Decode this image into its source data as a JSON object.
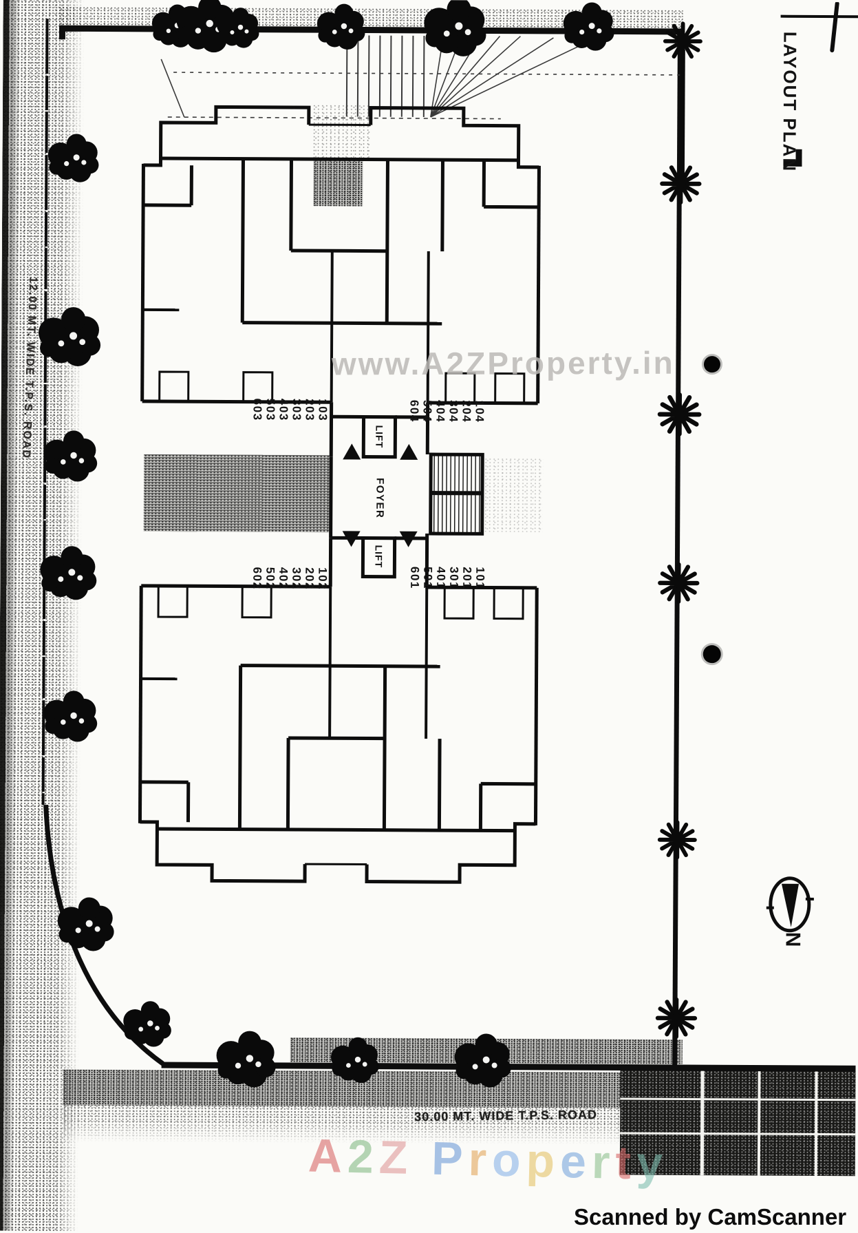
{
  "document": {
    "plan_title": "LAYOUT PLAN",
    "scanner_credit": "Scanned by CamScanner",
    "north_label": "N"
  },
  "roads": {
    "left_road_label": "12.00 MT. WIDE T.P.S. ROAD",
    "bottom_road_label": "30.00 MT. WIDE T.P.S. ROAD"
  },
  "building": {
    "foyer_label": "FOYER",
    "lift_top_label": "LIFT",
    "lift_bottom_label": "LIFT",
    "unit_stacks": {
      "top_left": [
        "103",
        "203",
        "303",
        "403",
        "503",
        "603"
      ],
      "top_right": [
        "104",
        "204",
        "304",
        "404",
        "504",
        "604"
      ],
      "bottom_left": [
        "102",
        "202",
        "302",
        "402",
        "502",
        "602"
      ],
      "bottom_right": [
        "101",
        "201",
        "301",
        "401",
        "501",
        "601"
      ]
    }
  },
  "watermarks": {
    "center_url": "www.A2ZProperty.in",
    "brand_letters": [
      {
        "ch": "A",
        "color": "#d96a6a"
      },
      {
        "ch": "2",
        "color": "#86bb86"
      },
      {
        "ch": "Z",
        "color": "#e09a9a"
      },
      {
        "ch": " ",
        "color": "#000000"
      },
      {
        "ch": "P",
        "color": "#6f9bd8"
      },
      {
        "ch": "r",
        "color": "#e3a75c"
      },
      {
        "ch": "o",
        "color": "#8ab4e8"
      },
      {
        "ch": "p",
        "color": "#e5c369"
      },
      {
        "ch": "e",
        "color": "#7aa7dd"
      },
      {
        "ch": "r",
        "color": "#90c290"
      },
      {
        "ch": "t",
        "color": "#d96a6a"
      },
      {
        "ch": "y",
        "color": "#7fbfb0"
      }
    ]
  },
  "colors": {
    "ink": "#0d0d0d",
    "watermark_gray": "#bcbab7",
    "paper": "#fbfbf8"
  }
}
